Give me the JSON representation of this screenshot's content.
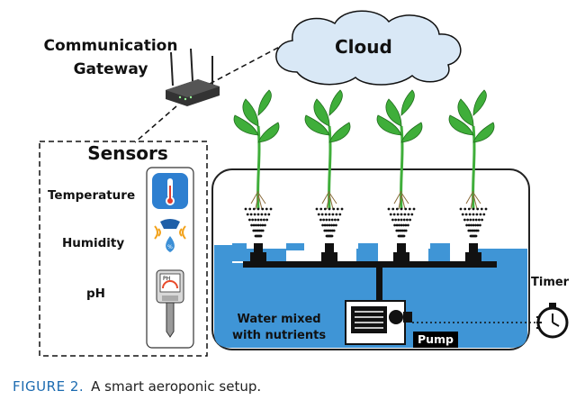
{
  "labels": {
    "gateway_line1": "Communication",
    "gateway_line2": "Gateway",
    "cloud": "Cloud",
    "sensors_title": "Sensors",
    "temperature": "Temperature",
    "humidity": "Humidity",
    "ph": "pH",
    "water_line1": "Water mixed",
    "water_line2": "with nutrients",
    "pump": "Pump",
    "timer": "Timer",
    "ph_meter_reading": "PH"
  },
  "caption": {
    "figure_number": "FIGURE 2.",
    "text": "A smart aeroponic setup."
  },
  "colors": {
    "water": "#3f95d6",
    "cloud_fill": "#d9e8f6",
    "leaf": "#3fae3a",
    "caption_accent": "#1c6bb0",
    "thermometer_bg": "#2e7fd0"
  },
  "plants": [
    "plant-1",
    "plant-2",
    "plant-3",
    "plant-4"
  ]
}
